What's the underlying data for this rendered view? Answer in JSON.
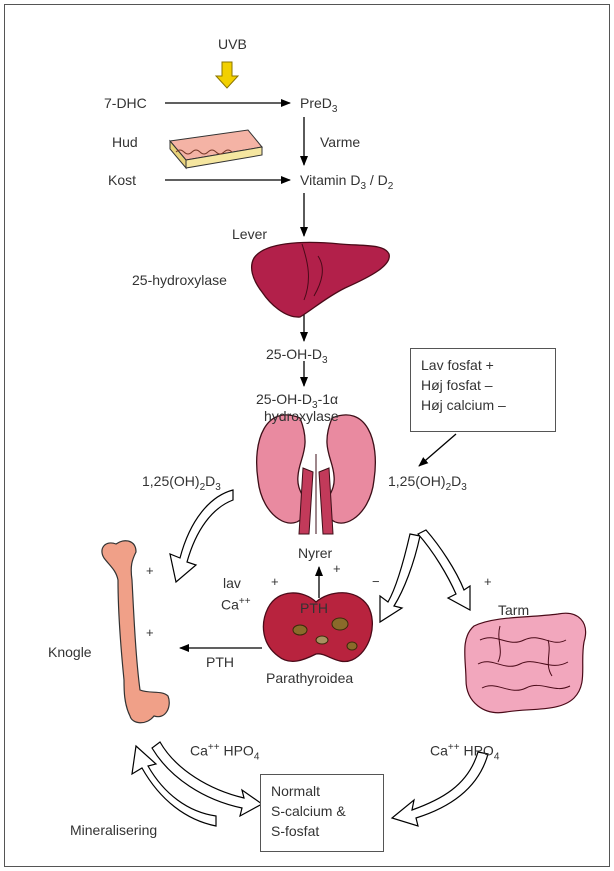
{
  "colors": {
    "organ_liver": "#b2204a",
    "organ_kidney": "#e98aa0",
    "organ_gland": "#b8233e",
    "organ_intestine": "#f2a7bd",
    "bone": "#f0a088",
    "uvb_arrow": "#f2d000",
    "line": "#000000",
    "text": "#333333"
  },
  "labels": {
    "uvb": "UVB",
    "dhc": "7-DHC",
    "pred3": {
      "base": "PreD",
      "sub": "3"
    },
    "hud": "Hud",
    "varme": "Varme",
    "kost": "Kost",
    "vitamin": {
      "base": "Vitamin D",
      "sub1": "3",
      "mid": " / D",
      "sub2": "2"
    },
    "lever": "Lever",
    "hydroxylase25": "25-hydroxylase",
    "oh_d3": {
      "base": "25-OH-D",
      "sub": "3"
    },
    "oh_d3_1a_line1": {
      "base": "25-OH-D",
      "sub": "3",
      "tail": "-1α"
    },
    "oh_d3_1a_line2": "hydroxylase",
    "calcitriol": {
      "base": "1,25(OH)",
      "sub1": "2",
      "mid": "D",
      "sub2": "3"
    },
    "nyrer": "Nyrer",
    "lav": "lav",
    "ca": {
      "base": "Ca",
      "sup": "++"
    },
    "pth": "PTH",
    "parathyroidea": "Parathyroidea",
    "knogle": "Knogle",
    "tarm": "Tarm",
    "ca_hpo4": {
      "base": "Ca",
      "sup": "++",
      "mid": " HPO",
      "sub": "4"
    },
    "mineralisering": "Mineralisering",
    "plus": "+",
    "minus": "−"
  },
  "regulation_box": {
    "lines": [
      "Lav fosfat  +",
      "Høj fosfat  –",
      "Høj calcium –"
    ]
  },
  "normal_box": {
    "lines": [
      "Normalt",
      "S-calcium &",
      "S-fosfat"
    ]
  },
  "icons": [
    "uvb-arrow-icon",
    "skin-icon",
    "liver-icon",
    "kidney-icon",
    "parathyroid-icon",
    "bone-icon",
    "intestine-icon"
  ]
}
